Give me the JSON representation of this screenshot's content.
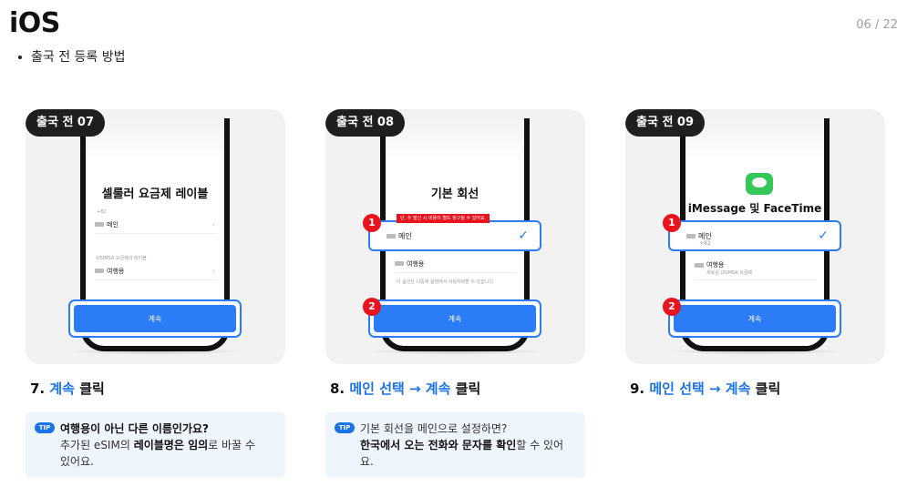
{
  "header": {
    "title": "iOS",
    "counter": "06 / 22",
    "subtitle": "출국 전 등록 방법"
  },
  "cards": [
    {
      "badge": "출국 전 07",
      "screen_title": "셀룰러 요금제 레이블",
      "small_a": "+82",
      "row_main": "메인",
      "small_b": "USIMSA 요금제의 레이블",
      "row_travel": "여행용",
      "button": "계속"
    },
    {
      "badge": "출국 전 08",
      "screen_title": "기본 회선",
      "warning": "단, 수 발신 시 비용이 별도 청구될 수 있어요.",
      "row_main": "메인",
      "row_travel": "여행용",
      "note": "이 옵션은 나중에 설정에서 사용자화할 수 있습니다.",
      "button": "계속",
      "marker1": "1",
      "marker2": "2"
    },
    {
      "badge": "출국 전 09",
      "screen_title": "iMessage 및 FaceTime",
      "row_main": "메인",
      "row_main_sub": "+82",
      "row_travel": "여행용",
      "row_travel_sub": "새로운 USIMSA 요금제",
      "button": "계속",
      "marker1": "1",
      "marker2": "2"
    }
  ],
  "captions": [
    {
      "num": "7.",
      "blue": "계속",
      "rest": " 클릭"
    },
    {
      "num": "8.",
      "blue": "메인 선택 → 계속",
      "rest": " 클릭"
    },
    {
      "num": "9.",
      "blue": "메인 선택 → 계속",
      "rest": " 클릭"
    }
  ],
  "tips": [
    {
      "badge": "TIP",
      "line1": "여행용이 아닌 다른 이름인가요?",
      "line2_a": "추가된 eSIM의 ",
      "line2_b": "레이블명은 임의",
      "line2_c": "로 바꿀 수",
      "line3": "있어요."
    },
    {
      "badge": "TIP",
      "line1": "기본 회선을 메인으로 설정하면?",
      "line2_b": "한국에서 오는 전화와 문자를 확인",
      "line2_c": "할 수 있어요."
    }
  ],
  "colors": {
    "accent": "#2b7cf6",
    "marker": "#e8131c",
    "badge_bg": "#1f1f1f"
  }
}
